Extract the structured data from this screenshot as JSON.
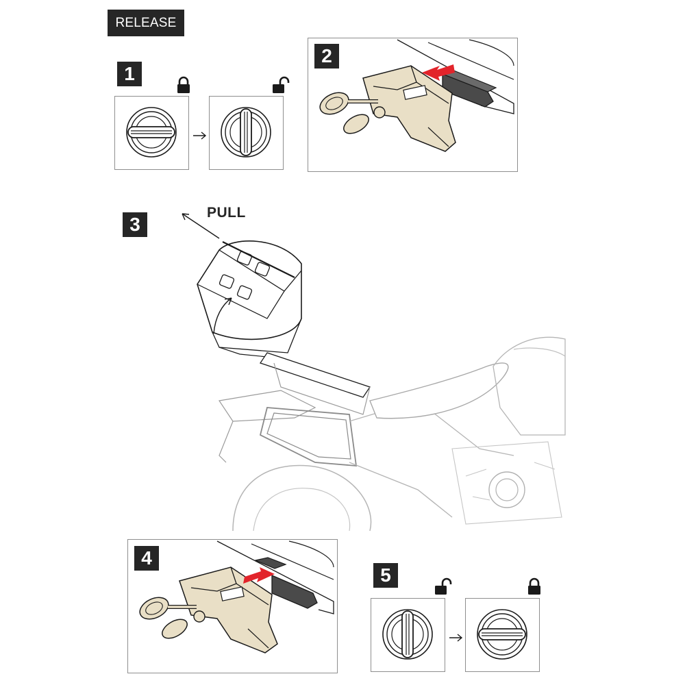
{
  "header": {
    "title": "RELEASE"
  },
  "steps": [
    {
      "number": "1"
    },
    {
      "number": "2"
    },
    {
      "number": "3",
      "label": "PULL"
    },
    {
      "number": "4"
    },
    {
      "number": "5"
    }
  ],
  "icons": {
    "locked": "padlock-closed-icon",
    "unlocked": "padlock-open-icon",
    "arrow": "arrow-right-icon"
  },
  "colors": {
    "dark": "#262626",
    "bracket": "#e9dfc6",
    "arrow_red": "#e2242b",
    "line": "#1a1a1a"
  }
}
